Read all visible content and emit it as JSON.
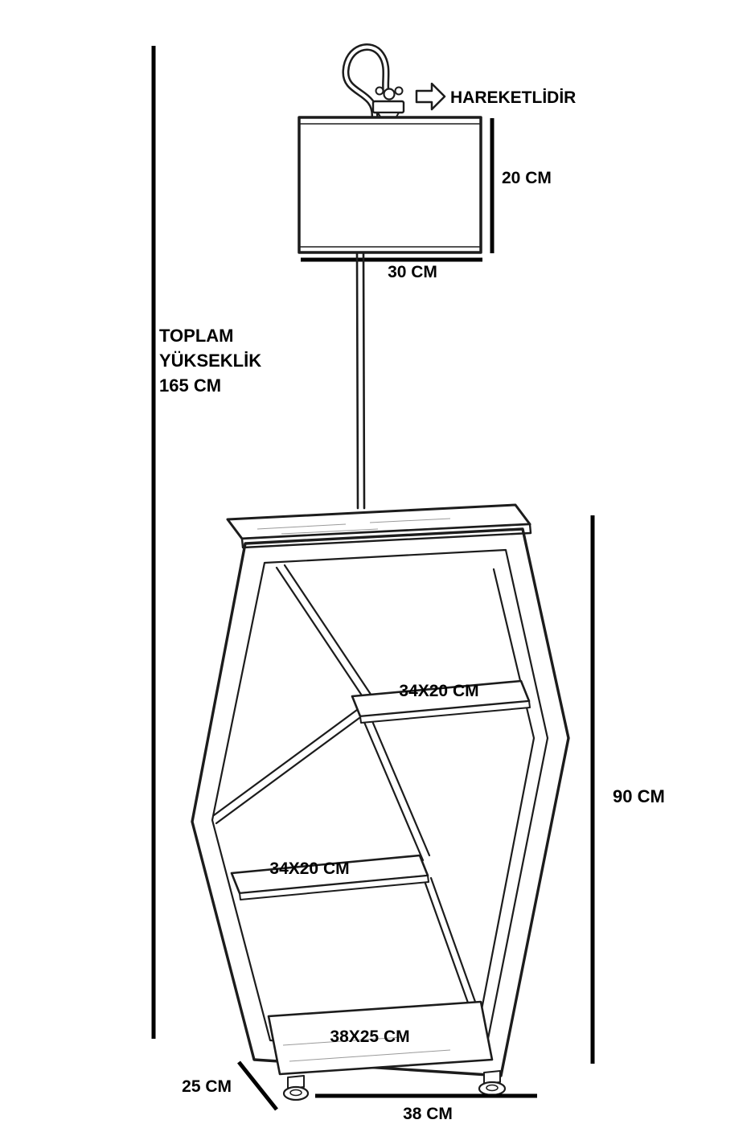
{
  "diagram": {
    "type": "furniture-dimension-drawing",
    "subject": "floor lamp with hexagonal shelf unit",
    "labels": {
      "movable": "HAREKETLİDİR",
      "shade_height": "20 CM",
      "shade_width": "30 CM",
      "total_height": [
        "TOPLAM",
        "YÜKSEKLİK",
        "165 CM"
      ],
      "shelf_top": "34X20 CM",
      "shelf_middle": "34X20 CM",
      "shelf_bottom": "38X25 CM",
      "unit_height": "90 CM",
      "base_depth": "25 CM",
      "base_width": "38 CM"
    },
    "colors": {
      "line": "#1c1c1c",
      "dimension_line": "#000000",
      "text": "#000000",
      "background": "#ffffff"
    }
  }
}
